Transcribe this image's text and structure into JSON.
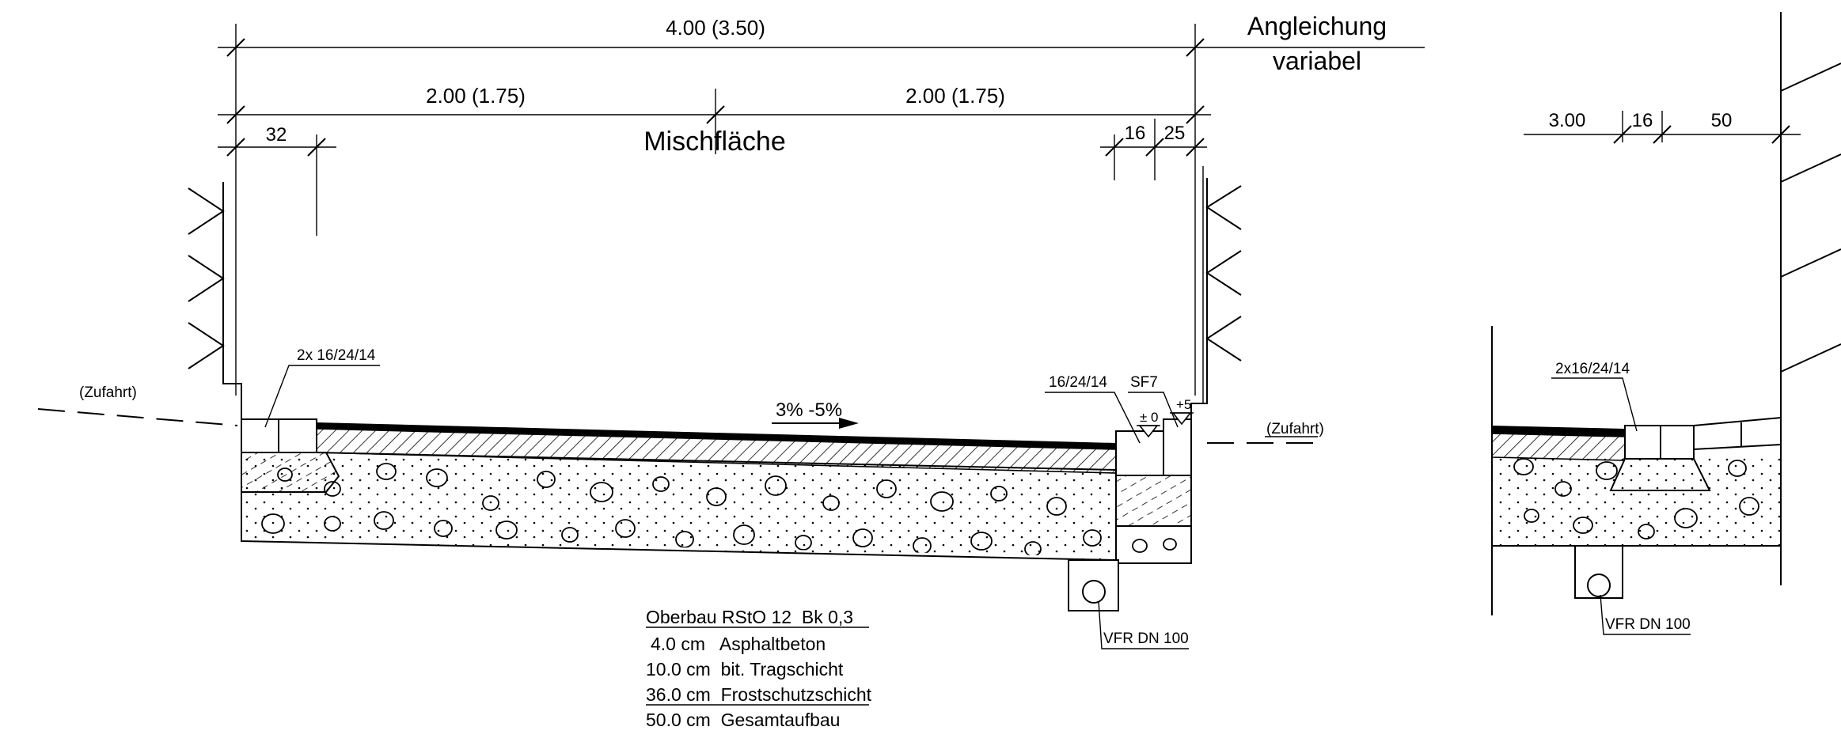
{
  "dimensions": {
    "total": "4.00 (3.50)",
    "left_half": "2.00 (1.75)",
    "right_half": "2.00 (1.75)",
    "left_curb": "32",
    "right_curb_a": "16",
    "right_curb_b": "25"
  },
  "labels": {
    "adjust_line1": "Angleichung",
    "adjust_line2": "variabel",
    "surface": "Mischfläche",
    "access_left": "(Zufahrt)",
    "access_right": "(Zufahrt)",
    "curb_left": "2x 16/24/14",
    "curb_right": "16/24/14",
    "gutter": "SF7",
    "level_zero": "± 0",
    "level_plus": "+5",
    "slope": "3% -5%",
    "drain": "VFR DN 100"
  },
  "buildup": {
    "title": "Oberbau RStO 12  Bk 0,3",
    "layers": [
      "4.0 cm   Asphaltbeton",
      "10.0 cm  bit. Tragschicht",
      "36.0 cm  Frostschutzschicht",
      "50.0 cm  Gesamtaufbau"
    ]
  },
  "detail": {
    "dim_a": "3.00",
    "dim_b": "16",
    "dim_c": "50",
    "curb": "2x16/24/14",
    "drain": "VFR DN 100"
  },
  "colors": {
    "line": "#000000",
    "background": "#ffffff"
  }
}
